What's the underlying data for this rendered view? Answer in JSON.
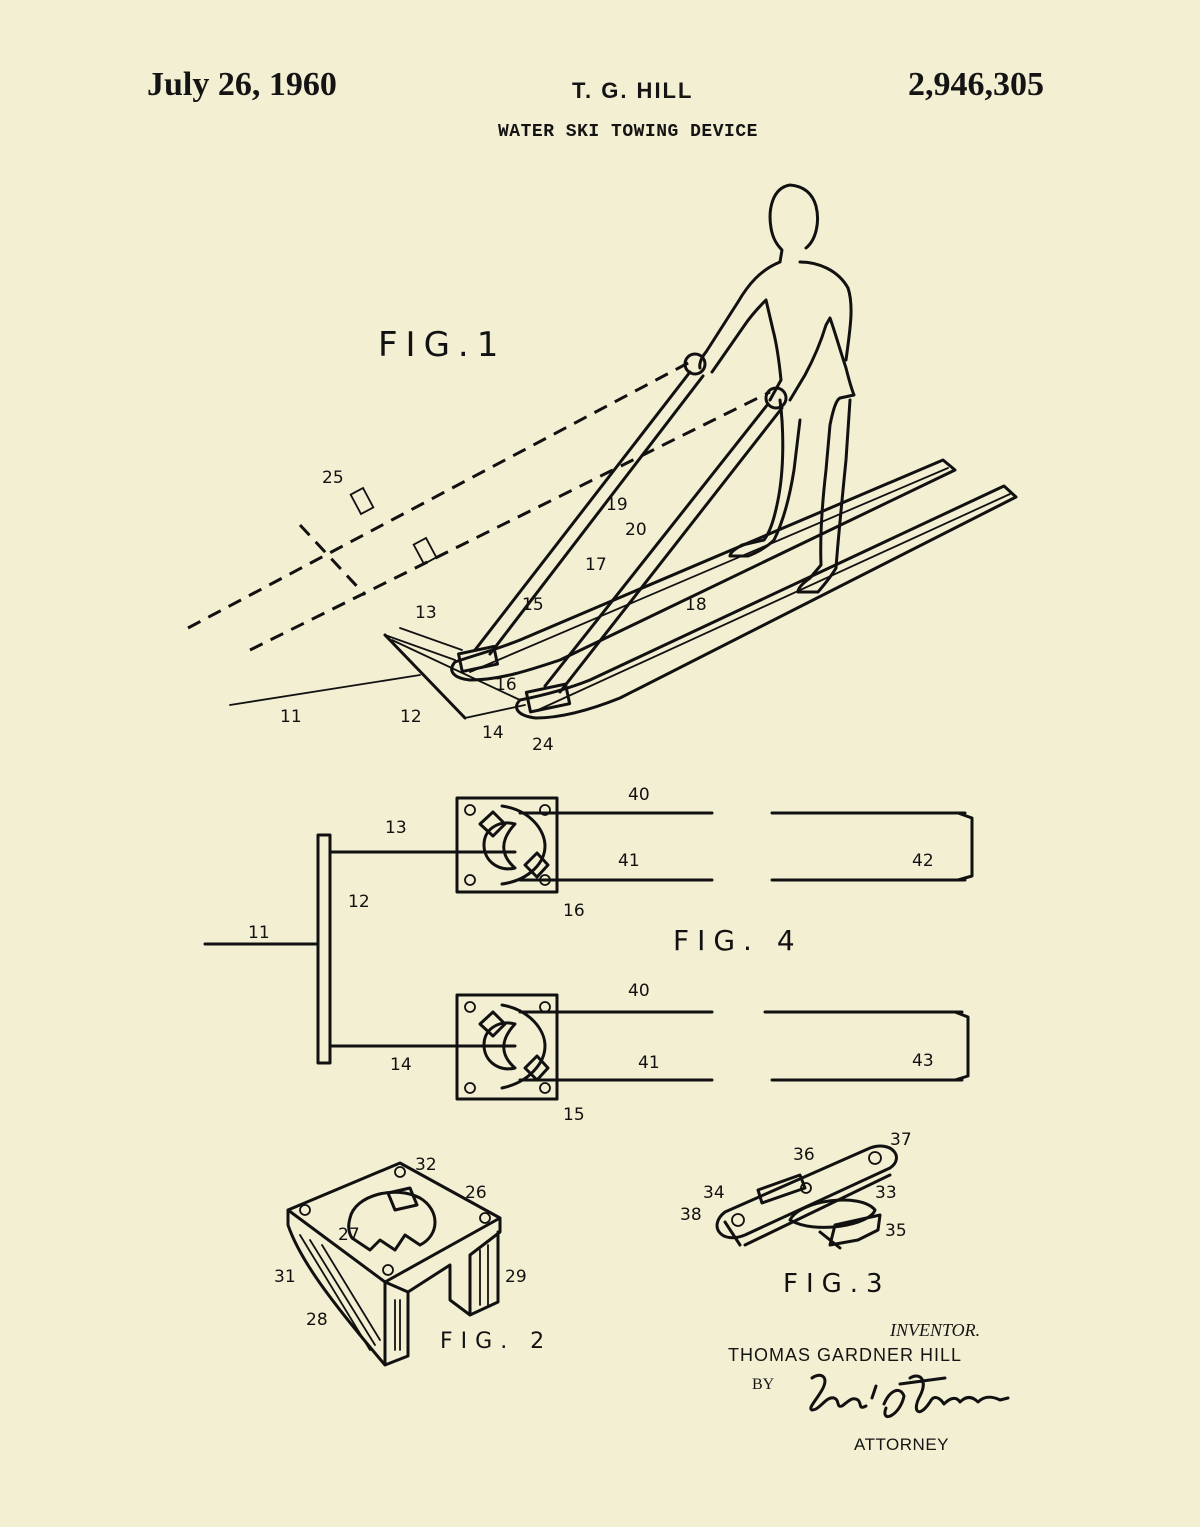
{
  "header": {
    "date": "July 26, 1960",
    "inventor_short": "T. G. HILL",
    "patent_number": "2,946,305",
    "title": "WATER SKI TOWING DEVICE"
  },
  "figures": {
    "fig1_label": "FIG.1",
    "fig2_label": "FIG. 2",
    "fig3_label": "FIG.3",
    "fig4_label": "FIG. 4"
  },
  "references": {
    "fig1": [
      "25",
      "19",
      "20",
      "17",
      "13",
      "15",
      "18",
      "16",
      "11",
      "12",
      "14",
      "24"
    ],
    "fig4": [
      "13",
      "40",
      "41",
      "42",
      "12",
      "16",
      "11",
      "40",
      "41",
      "43",
      "14",
      "15"
    ],
    "fig2": [
      "32",
      "26",
      "27",
      "31",
      "29",
      "28"
    ],
    "fig3": [
      "36",
      "37",
      "34",
      "33",
      "38",
      "35"
    ]
  },
  "signature_block": {
    "inventor_label": "INVENTOR.",
    "inventor_name": "THOMAS GARDNER HILL",
    "by_label": "BY",
    "signature": "Evans E. Newton",
    "attorney_label": "ATTORNEY"
  },
  "colors": {
    "paper": "#f3efd2",
    "ink": "#141414"
  }
}
